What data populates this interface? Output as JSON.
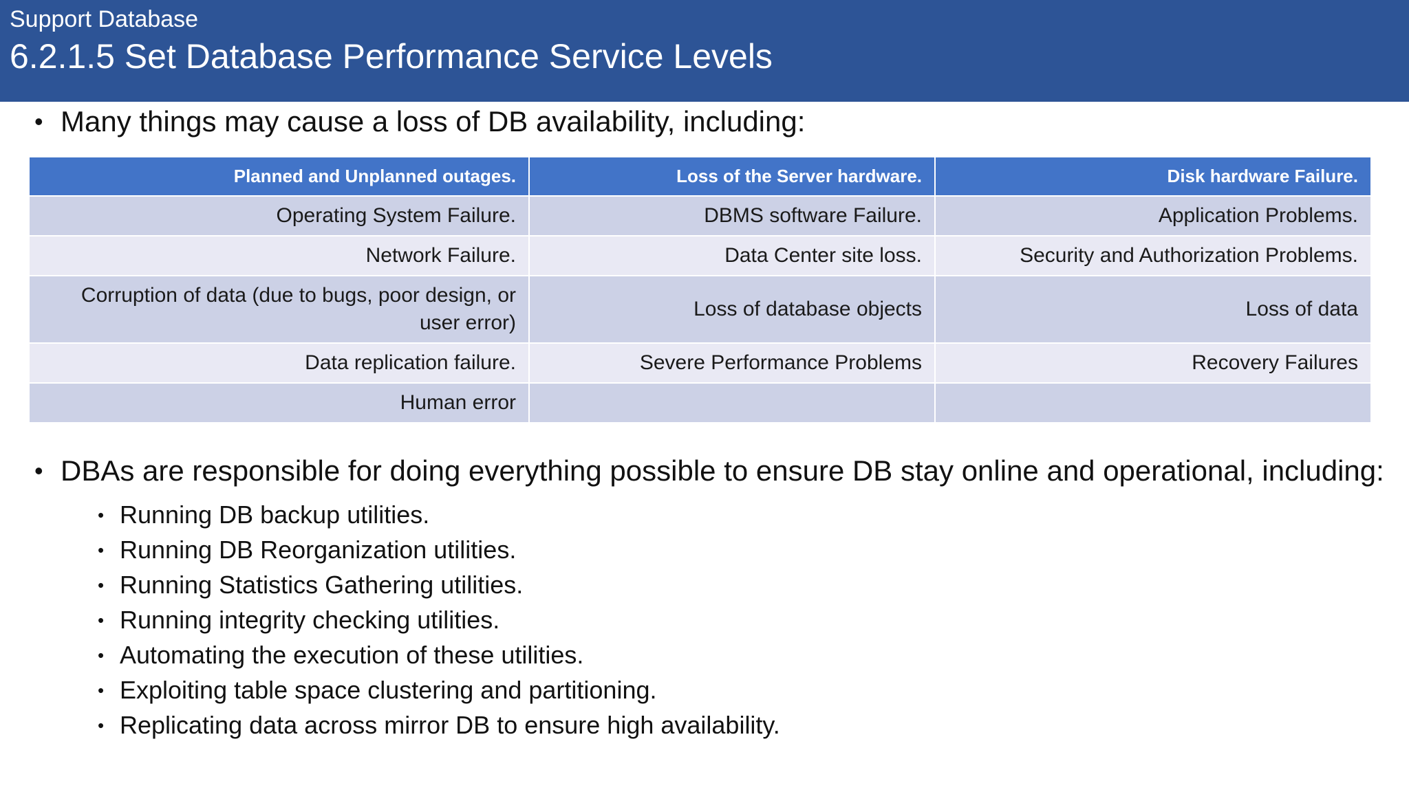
{
  "header": {
    "kicker": "Support Database",
    "title": "6.2.1.5 Set Database Performance Service Levels",
    "background_color": "#2d5496",
    "text_color": "#ffffff"
  },
  "lead_bullet": {
    "marker": "•",
    "text": "Many things may cause a loss of DB availability, including:"
  },
  "table": {
    "header_background": "#4274c8",
    "header_text_color": "#ffffff",
    "band_dark": "#ccd1e6",
    "band_light": "#e9e9f4",
    "columns": [
      "Planned and Unplanned outages.",
      "Loss of the Server hardware.",
      "Disk hardware Failure."
    ],
    "rows": [
      [
        "Operating System Failure.",
        "DBMS software Failure.",
        "Application Problems."
      ],
      [
        "Network Failure.",
        "Data Center site loss.",
        "Security and Authorization Problems."
      ],
      [
        "Corruption of data (due to bugs, poor design, or user error)",
        "Loss of database objects",
        "Loss of data"
      ],
      [
        "Data replication failure.",
        "Severe Performance Problems",
        "Recovery Failures"
      ],
      [
        "Human error",
        "",
        ""
      ]
    ]
  },
  "lower": {
    "marker_level1": "•",
    "marker_level2": "•",
    "main_bullet": "DBAs are responsible for doing everything possible to ensure DB stay online and operational, including:",
    "sub_bullets": [
      "Running DB backup utilities.",
      "Running DB Reorganization utilities.",
      "Running Statistics Gathering utilities.",
      "Running integrity checking utilities.",
      "Automating the execution of these utilities.",
      "Exploiting table space clustering and partitioning.",
      "Replicating data across mirror DB to ensure high availability."
    ]
  }
}
